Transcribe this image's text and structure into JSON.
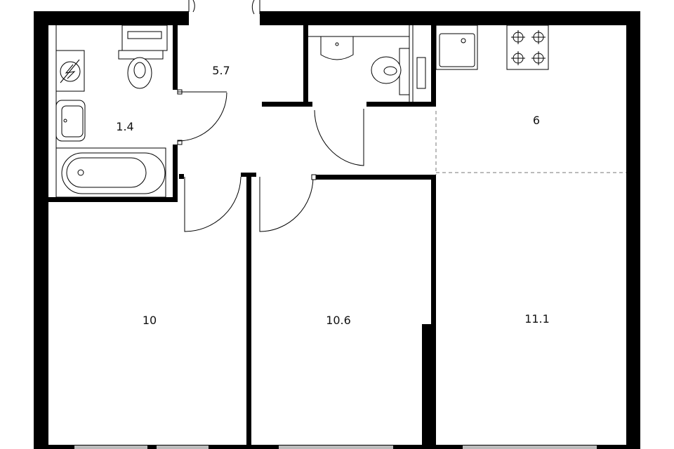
{
  "plan": {
    "rooms": [
      {
        "id": "bathroom",
        "area": "1.4"
      },
      {
        "id": "hallway",
        "area": "5.7"
      },
      {
        "id": "kitchen",
        "area": "6"
      },
      {
        "id": "bedroom-left",
        "area": "10"
      },
      {
        "id": "bedroom-middle",
        "area": "10.6"
      },
      {
        "id": "living-room",
        "area": "11.1"
      }
    ],
    "colors": {
      "wall": "#000000",
      "window": "#bbbbbb",
      "background": "#ffffff"
    }
  }
}
